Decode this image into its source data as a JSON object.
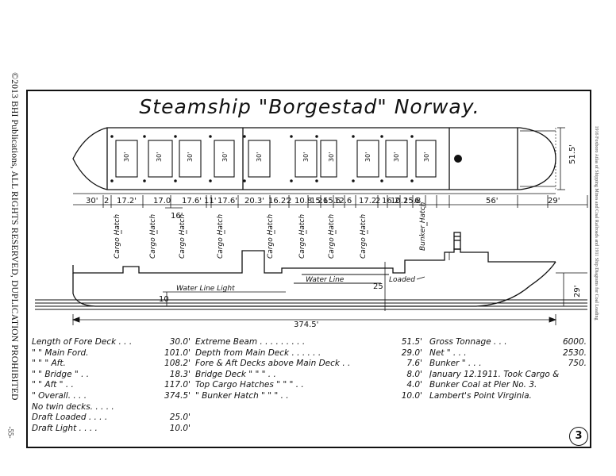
{
  "copyright": "©2013 BHI Publications, ALL RIGHTS RESERVED, DUPLICATION PROHIBITED",
  "page_number": "-55-",
  "side_note": "1916 Foxboro Atlas of Shipping Mines and Coal Railroads and 1911 Ship Diagrams for Coal Loading",
  "title": "Steamship \"Borgestad\" Norway.",
  "plan": {
    "hatch_label": "30'",
    "beam_label": "51.5'",
    "dims": [
      "30'",
      "2",
      "17.2'",
      "17.0",
      "17.6'",
      "11'",
      "17.6'",
      "20.3'",
      "16.2'",
      "2",
      "10.8",
      "15.6",
      "2",
      "15.6",
      "12.6",
      "17.2",
      "2",
      "16.2",
      "10.2",
      "15.8",
      "6",
      "56'",
      "29'"
    ],
    "sub_dim": "16'"
  },
  "elevation": {
    "hatch_labels": [
      "Cargo Hatch",
      "Cargo Hatch",
      "Cargo Hatch",
      "Cargo Hatch",
      "Cargo Hatch",
      "Cargo Hatch",
      "Cargo Hatch",
      "Cargo Hatch",
      "Bunker Hatch"
    ],
    "water_line": "Water Line",
    "loaded": "Loaded",
    "water_line_light": "Water Line Light",
    "draft_loaded_mark": "25",
    "draft_light_mark": "10",
    "depth_label": "29'",
    "length_label": "374.5'"
  },
  "specs": {
    "col1": [
      {
        "label": "Length of Fore Deck . . .",
        "value": "30.0'"
      },
      {
        "label": "\"    \"  Main  Ford.",
        "value": "101.0'"
      },
      {
        "label": "\"    \"     \"   Aft.",
        "value": "108.2'"
      },
      {
        "label": "\"   \" Bridge  \" . .",
        "value": "18.3'"
      },
      {
        "label": "\"   \" Aft   \" . .",
        "value": "117.0'"
      },
      {
        "label": "\"    Overall. . . .",
        "value": "374.5'"
      },
      {
        "label": "No twin decks. . . . .",
        "value": ""
      },
      {
        "label": "Draft Loaded . . . .",
        "value": "25.0'"
      },
      {
        "label": "Draft Light  . . . .",
        "value": "10.0'"
      }
    ],
    "col2": [
      {
        "label": "Extreme Beam . . . . . . . . .",
        "value": "51.5'"
      },
      {
        "label": "Depth from Main Deck . . . . . .",
        "value": "29.0'"
      },
      {
        "label": "Fore & Aft Decks above Main Deck . .",
        "value": "7.6'"
      },
      {
        "label": "Bridge Deck   \"     \"     \" . .",
        "value": "8.0'"
      },
      {
        "label": "Top Cargo Hatches  \"    \"     \" . .",
        "value": "4.0'"
      },
      {
        "label": "\"  Bunker Hatch  \"    \"     \" . .",
        "value": "10.0'"
      }
    ],
    "col3": [
      {
        "label": "Gross Tonnage . . .",
        "value": "6000."
      },
      {
        "label": "Net    \"   . . .",
        "value": "2530."
      },
      {
        "label": "Bunker  \"  . . .",
        "value": "750."
      },
      {
        "label": "January 12.1911. Took Cargo &",
        "value": ""
      },
      {
        "label": "Bunker Coal at Pier No. 3.",
        "value": ""
      },
      {
        "label": "Lambert's Point Virginia.",
        "value": ""
      }
    ]
  },
  "sheet_number": "3"
}
